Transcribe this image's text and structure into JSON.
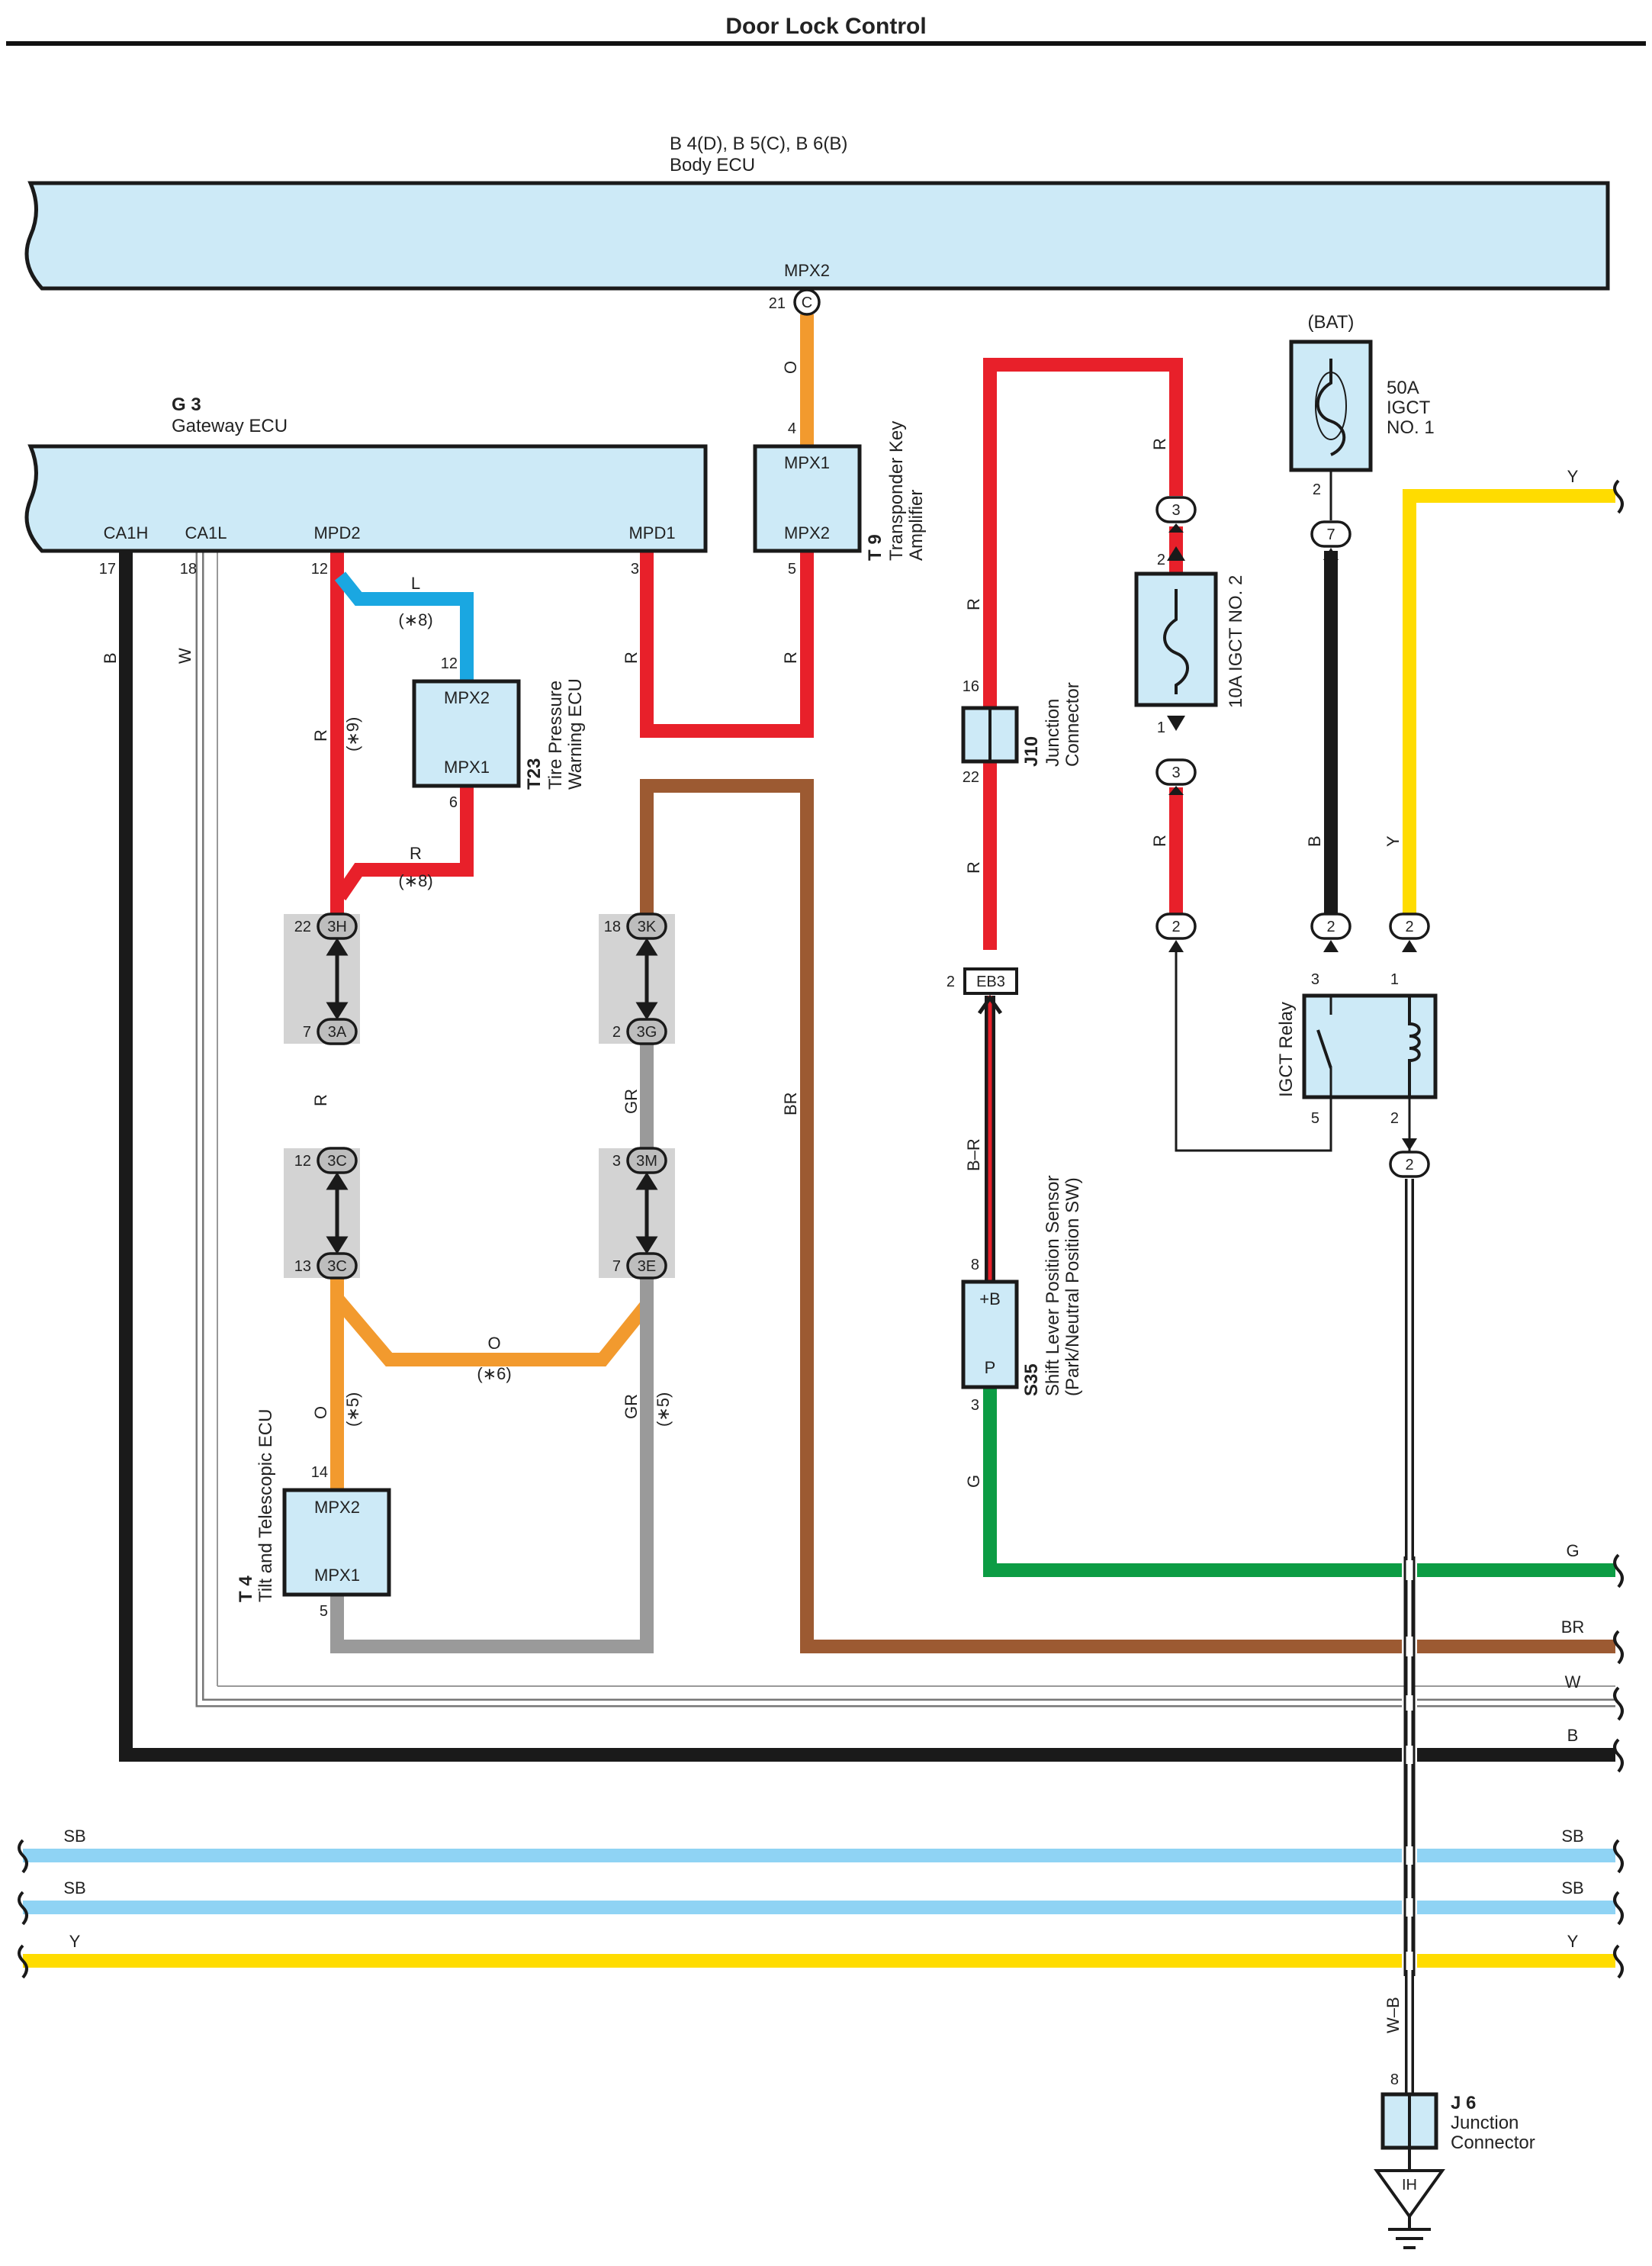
{
  "title": "Door Lock Control",
  "colors": {
    "red": "#e8202a",
    "orange": "#f29a2e",
    "blue": "#1aa7e1",
    "brown": "#9c5a32",
    "gray": "#9a9a9a",
    "black": "#1a1a1a",
    "yellow": "#ffdc00",
    "green": "#0c9c44",
    "skyblue": "#8fd3f4",
    "box": "#cdeaf7"
  },
  "components": {
    "body_ecu": {
      "code": "B 4(D), B 5(C), B 6(B)",
      "name": "Body ECU",
      "port": "MPX2",
      "pin": "21",
      "conn": "C"
    },
    "gateway_ecu": {
      "code": "G 3",
      "name": "Gateway ECU",
      "ports": [
        "CA1H",
        "CA1L",
        "MPD2",
        "MPD1"
      ],
      "pins": [
        "17",
        "18",
        "12",
        "3"
      ]
    },
    "transponder": {
      "code": "T 9",
      "name": "Transponder Key",
      "name2": "Amplifier",
      "ports": [
        "MPX1",
        "MPX2"
      ],
      "pins": [
        "4",
        "5"
      ]
    },
    "tire_pressure": {
      "code": "T23",
      "name": "Tire Pressure",
      "name2": "Warning ECU",
      "ports": [
        "MPX2",
        "MPX1"
      ],
      "pins": [
        "12",
        "6"
      ]
    },
    "tilt_ecu": {
      "code": "T 4",
      "name": "Tilt and Telescopic ECU",
      "ports": [
        "MPX2",
        "MPX1"
      ],
      "pins": [
        "14",
        "5"
      ]
    },
    "j10": {
      "code": "J10",
      "name": "Junction",
      "name2": "Connector",
      "pins": [
        "16",
        "22"
      ]
    },
    "shift_sensor": {
      "code": "S35",
      "name": "Shift Lever Position Sensor",
      "name2": "(Park/Neutral Position SW)",
      "ports": [
        "+B",
        "P"
      ],
      "pins": [
        "8",
        "3"
      ]
    },
    "fuse_bat": {
      "supply": "(BAT)",
      "l1": "50A",
      "l2": "IGCT",
      "l3": "NO. 1",
      "pin": "2"
    },
    "fuse_10a": {
      "name": "10A IGCT NO. 2",
      "pins": [
        "2",
        "1"
      ]
    },
    "relay": {
      "name": "IGCT Relay",
      "pins": [
        "3",
        "1",
        "5",
        "2"
      ]
    },
    "j6": {
      "code": "J 6",
      "name": "Junction",
      "name2": "Connector",
      "pin": "8",
      "ground": "IH"
    }
  },
  "connectors": {
    "c3h": "3H",
    "c3a": "3A",
    "c3c": "3C",
    "c3k": "3K",
    "c3g": "3G",
    "c3m": "3M",
    "c3e": "3E",
    "c3h_pin": "22",
    "c3a_pin": "7",
    "c3c_top_pin": "12",
    "c3c_bot_pin": "13",
    "c3k_pin": "18",
    "c3g_pin": "2",
    "c3m_pin": "3",
    "c3e_pin": "7",
    "eb3": "EB3",
    "eb3_pin": "2",
    "p3": "3",
    "p7": "7",
    "p2": "2"
  },
  "wire_labels": {
    "O": "O",
    "R": "R",
    "L": "L",
    "B": "B",
    "W": "W",
    "BR": "BR",
    "GR": "GR",
    "G": "G",
    "Y": "Y",
    "SB": "SB",
    "BR_B": "B–R",
    "W_B": "W–B"
  },
  "notes": {
    "n5": "(∗5)",
    "n6": "(∗6)",
    "n8": "(∗8)",
    "n9": "(∗9)"
  }
}
